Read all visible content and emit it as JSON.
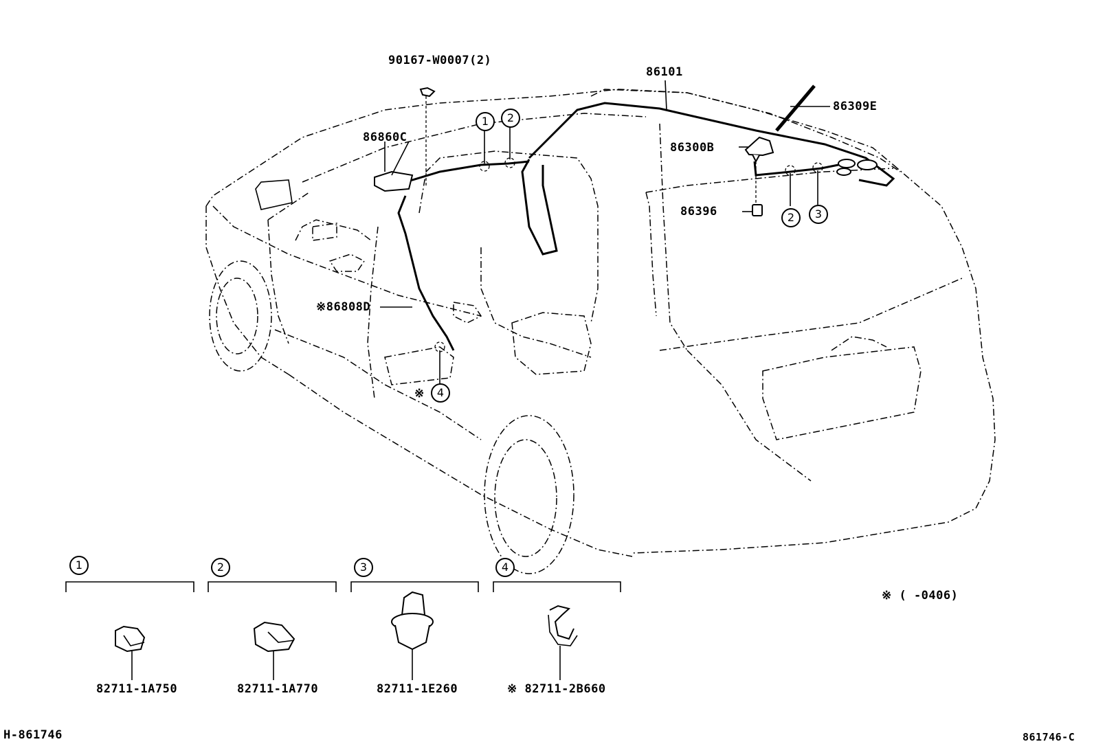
{
  "labels": {
    "bolt": "90167-W0007(2)",
    "antenna_cord": "86101",
    "antenna_mast": "86309E",
    "antenna_base": "86300B",
    "amplifier": "86860C",
    "cap": "86396",
    "sub_cord": "※86808D",
    "note": "※  (   -0406)",
    "illustration_code": "H-861746",
    "figure_code": "861746-C"
  },
  "markers": {
    "m1": "1",
    "m2": "2",
    "m3": "3",
    "m4": "4"
  },
  "note_mark": "※",
  "clamps": [
    {
      "marker": "1",
      "part_number": "82711-1A750"
    },
    {
      "marker": "2",
      "part_number": "82711-1A770"
    },
    {
      "marker": "3",
      "part_number": "82711-1E260"
    },
    {
      "marker": "4",
      "part_number": "※ 82711-2B660"
    }
  ]
}
